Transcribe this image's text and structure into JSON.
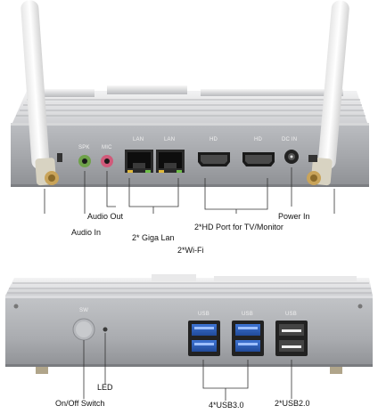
{
  "top_unit": {
    "port_labels": {
      "spk": "SPK",
      "mic": "MIC",
      "lan1": "LAN",
      "lan2": "LAN",
      "hd1": "HD",
      "hd2": "HD",
      "dc_in": "DC IN"
    },
    "callouts": {
      "audio_out": "Audio Out",
      "audio_in": "Audio In",
      "giga_lan": "2* Giga Lan",
      "hd_port": "2*HD Port for TV/Monitor",
      "power_in": "Power In",
      "wifi": "2*Wi-Fi"
    }
  },
  "bottom_unit": {
    "port_labels": {
      "sw": "SW",
      "usb1": "USB",
      "usb2": "USB",
      "usb3": "USB"
    },
    "callouts": {
      "on_off": "On/Off Switch",
      "led": "LED",
      "usb3": "4*USB3.0",
      "usb2": "2*USB2.0"
    }
  },
  "colors": {
    "chassis_silver": "#d9dadc",
    "front_panel": "#9a9ca0",
    "usb3_blue": "#2f5fb8",
    "audio_green": "#6fa24a",
    "audio_pink": "#d05a7a",
    "callout_line": "#333333"
  }
}
